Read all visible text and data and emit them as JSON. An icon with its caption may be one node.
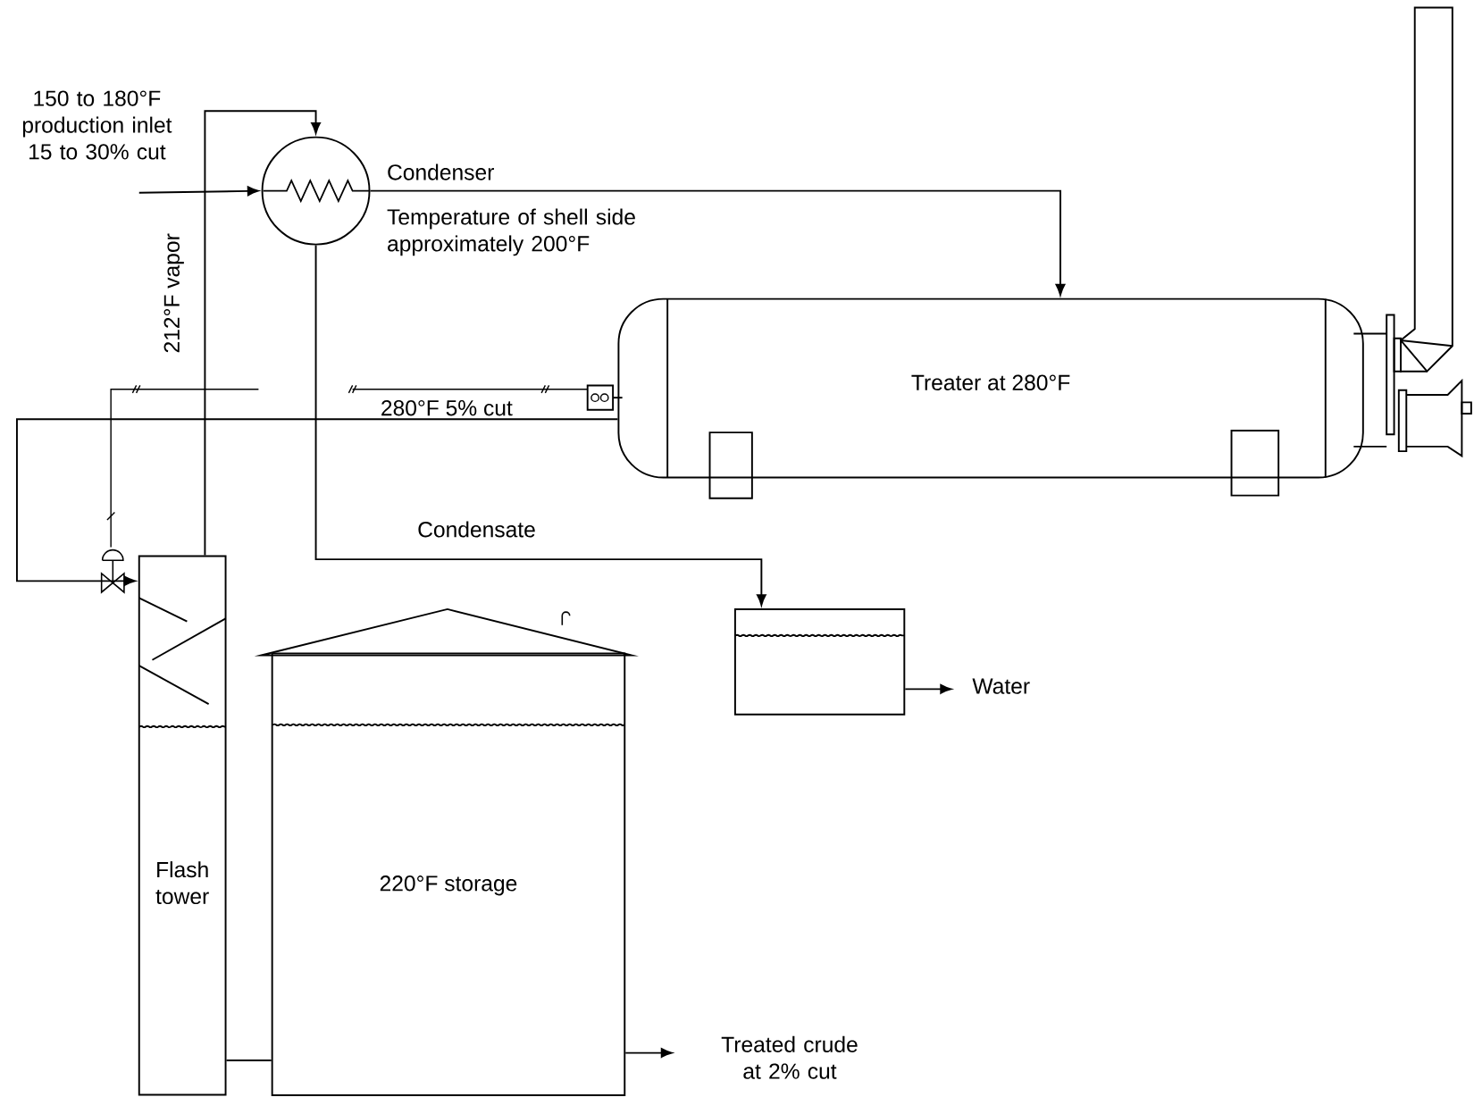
{
  "diagram": {
    "nodes": [
      {
        "text": [],
        "shape": "circle",
        "beside": [
          "Condenser",
          "Temperature of shell side approximately 200°F"
        ]
      },
      {
        "text": [
          "Treater at 280°F"
        ]
      },
      {
        "text": [
          "Flash tower"
        ]
      },
      {
        "text": [
          "220°F storage"
        ]
      },
      {
        "text": [],
        "shape": "box"
      }
    ],
    "edges": [
      {
        "from": null,
        "to": 0,
        "arrow": "to",
        "label": "150 to 180°F production inlet 15 to 30% cut"
      },
      {
        "from": 0,
        "to": 1,
        "arrow": "to"
      },
      {
        "from": 0,
        "to": 4,
        "arrow": "to",
        "label": "Condensate"
      },
      {
        "from": 2,
        "to": 0,
        "arrow": "to",
        "label": "212°F vapor"
      },
      {
        "from": 1,
        "to": 2,
        "arrow": "to",
        "label": "280°F 5% cut"
      },
      {
        "from": 2,
        "to": 3,
        "arrow": "none"
      },
      {
        "from": 4,
        "to": null,
        "arrow": "to",
        "label": "Water"
      },
      {
        "from": 3,
        "to": null,
        "arrow": "to",
        "label": "Treated crude at 2% cut"
      }
    ]
  }
}
